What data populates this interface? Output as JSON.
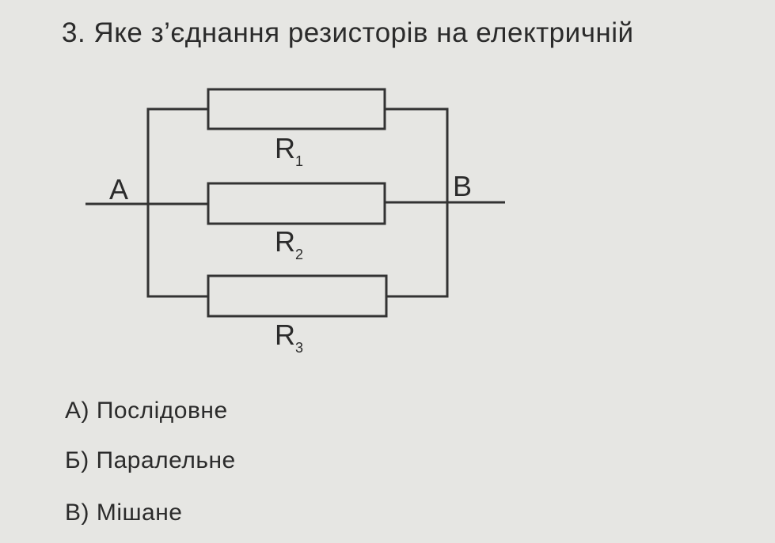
{
  "question": "3. Яке з’єднання резисторів на електричній",
  "diagram": {
    "node_a": "A",
    "node_b": "B",
    "resistors": [
      {
        "name": "R",
        "sub": "1"
      },
      {
        "name": "R",
        "sub": "2"
      },
      {
        "name": "R",
        "sub": "3"
      }
    ]
  },
  "options": [
    "А) Послідовне",
    "Б) Паралельне",
    "В) Мішане"
  ]
}
